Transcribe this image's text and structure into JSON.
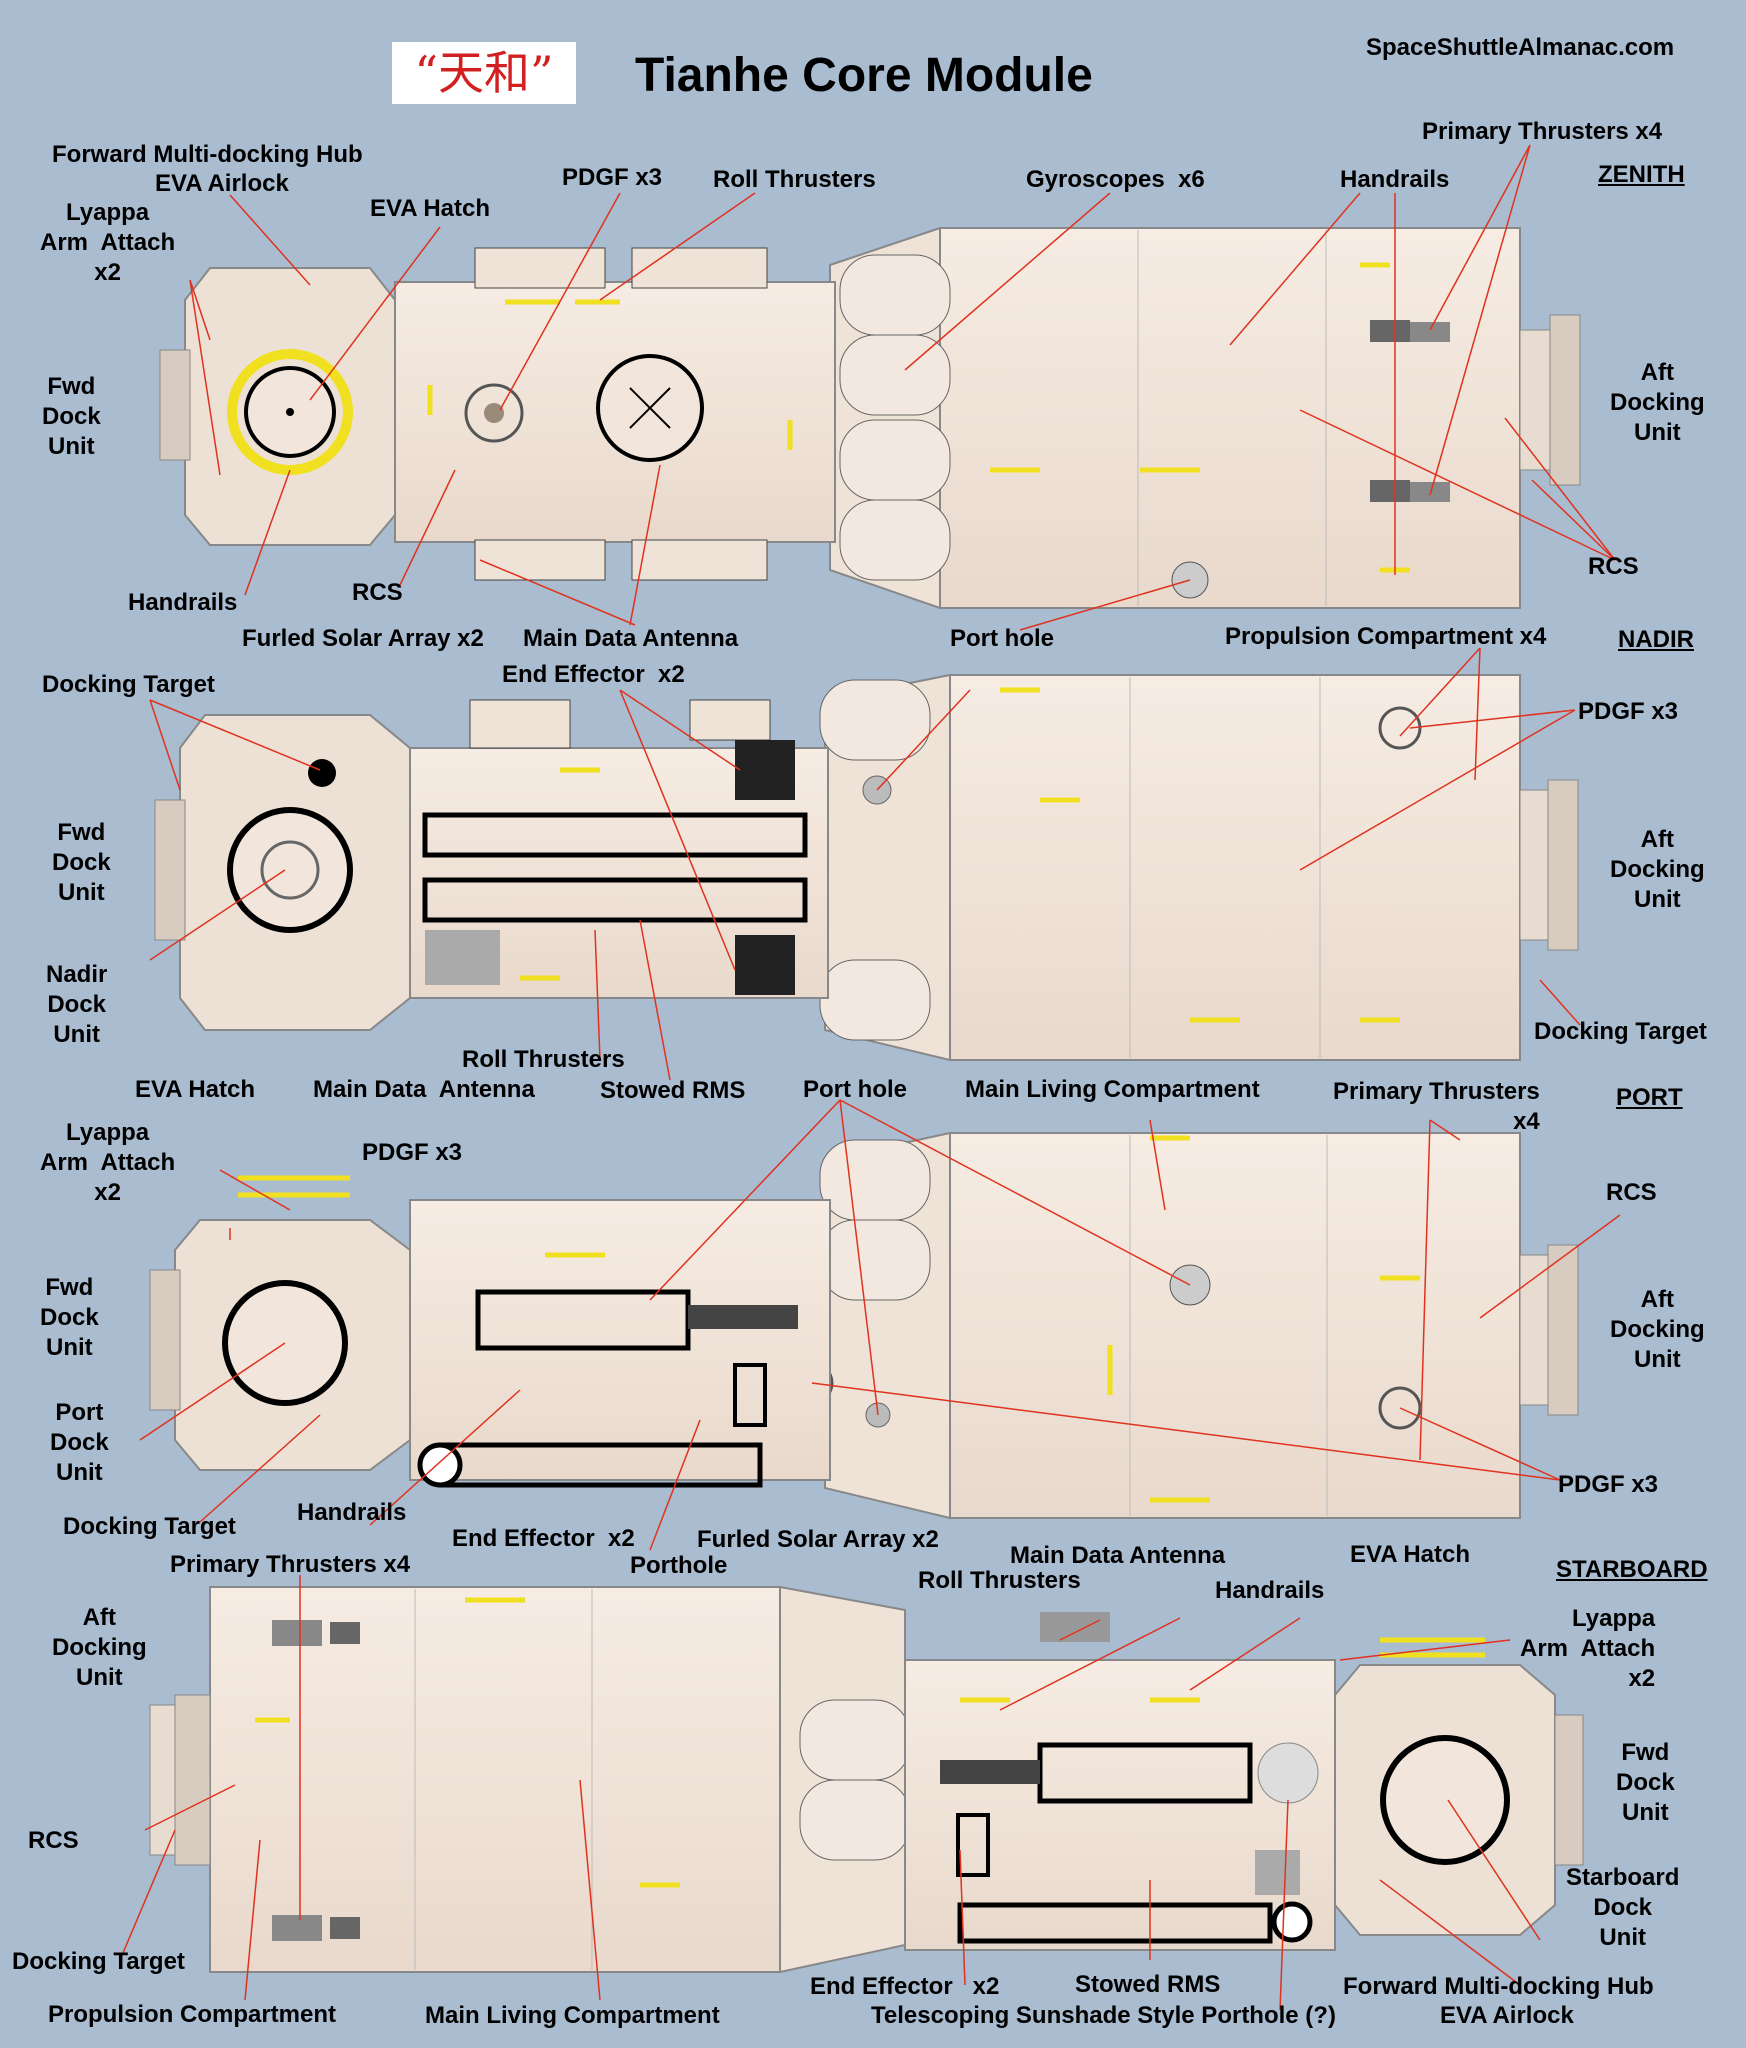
{
  "header": {
    "chinese_title": "“天和”",
    "title": "Tianhe Core Module",
    "site": "SpaceShuttleAlmanac.com"
  },
  "views": {
    "zenith": "ZENITH",
    "nadir": "NADIR",
    "port": "PORT",
    "starboard": "STARBOARD"
  },
  "labels": {
    "zenith": {
      "fwd_hub": "Forward Multi-docking Hub",
      "eva_airlock": "EVA Airlock",
      "eva_hatch": "EVA Hatch",
      "lyappa": "Lyappa\nArm  Attach\nx2",
      "fwd_dock": "Fwd\nDock\nUnit",
      "handrails_left": "Handrails",
      "rcs_left": "RCS",
      "pdgf": "PDGF x3",
      "roll_thrusters": "Roll Thrusters",
      "gyroscopes": "Gyroscopes  x6",
      "handrails_right": "Handrails",
      "primary_thrusters": "Primary Thrusters x4",
      "aft_dock": "Aft\nDocking\nUnit",
      "rcs_right": "RCS",
      "furled_solar": "Furled Solar Array x2",
      "main_data_antenna": "Main Data Antenna",
      "port_hole": "Port hole",
      "propulsion": "Propulsion Compartment x4"
    },
    "nadir": {
      "docking_target_left": "Docking Target",
      "end_effector": "End Effector  x2",
      "fwd_dock": "Fwd\nDock\nUnit",
      "nadir_dock": "Nadir\nDock\nUnit",
      "pdgf": "PDGF x3",
      "aft_dock": "Aft\nDocking\nUnit",
      "docking_target_right": "Docking Target",
      "roll_thrusters": "Roll Thrusters",
      "main_data_antenna": "Main Data  Antenna",
      "stowed_rms": "Stowed RMS",
      "eva_hatch": "EVA Hatch"
    },
    "port": {
      "port_hole": "Port hole",
      "main_living": "Main Living Compartment",
      "primary_thrusters": "Primary Thrusters\nx4",
      "lyappa": "Lyappa\nArm  Attach\nx2",
      "pdgf_top": "PDGF x3",
      "rcs": "RCS",
      "fwd_dock": "Fwd\nDock\nUnit",
      "aft_dock": "Aft\nDocking\nUnit",
      "port_dock": "Port\nDock\nUnit",
      "pdgf_right": "PDGF x3",
      "docking_target": "Docking Target",
      "handrails": "Handrails",
      "end_effector": "End Effector  x2",
      "furled_solar": "Furled Solar Array x2",
      "porthole": "Porthole"
    },
    "starboard": {
      "primary_thrusters": "Primary Thrusters x4",
      "main_data_antenna": "Main Data Antenna",
      "eva_hatch": "EVA Hatch",
      "roll_thrusters": "Roll Thrusters",
      "handrails": "Handrails",
      "aft_dock": "Aft\nDocking\nUnit",
      "lyappa": "Lyappa\nArm  Attach\nx2",
      "fwd_dock": "Fwd\nDock\nUnit",
      "rcs": "RCS",
      "starboard_dock": "Starboard\nDock\nUnit",
      "docking_target": "Docking Target",
      "end_effector": "End Effector   x2",
      "stowed_rms": "Stowed RMS",
      "fwd_hub": "Forward Multi-docking Hub",
      "eva_airlock": "EVA Airlock",
      "propulsion": "Propulsion Compartment",
      "main_living": "Main Living Compartment",
      "sunshade": "Telescoping Sunshade Style Porthole (?)"
    }
  },
  "colors": {
    "background": "#a9bcd0",
    "hull": "#f2e6dc",
    "leader_lines": "#e0321e",
    "handrail_yellow": "#f0e020",
    "chinese_title": "#d21f1f"
  }
}
